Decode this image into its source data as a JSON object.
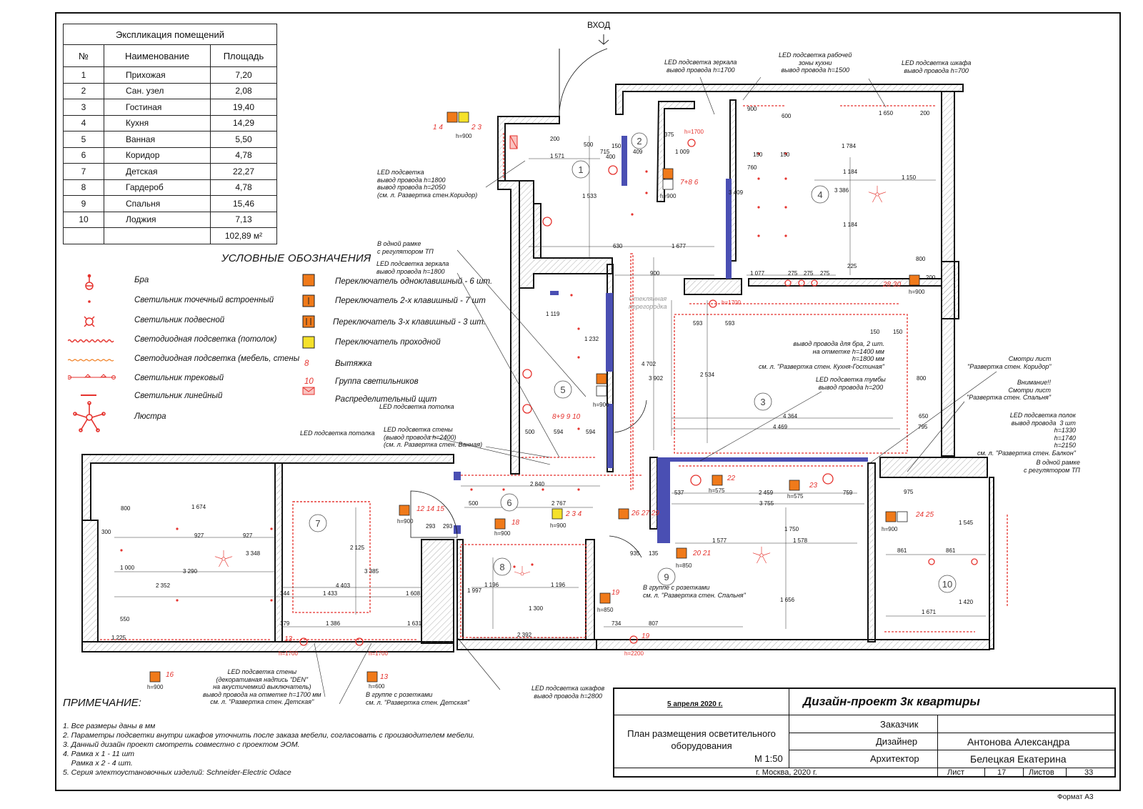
{
  "explication": {
    "caption": "Экспликация помещений",
    "headers": [
      "№",
      "Наименование",
      "Площадь"
    ],
    "rows": [
      [
        "1",
        "Прихожая",
        "7,20"
      ],
      [
        "2",
        "Сан. узел",
        "2,08"
      ],
      [
        "3",
        "Гостиная",
        "19,40"
      ],
      [
        "4",
        "Кухня",
        "14,29"
      ],
      [
        "5",
        "Ванная",
        "5,50"
      ],
      [
        "6",
        "Коридор",
        "4,78"
      ],
      [
        "7",
        "Детская",
        "22,27"
      ],
      [
        "8",
        "Гардероб",
        "4,78"
      ],
      [
        "9",
        "Спальня",
        "15,46"
      ],
      [
        "10",
        "Лоджия",
        "7,13"
      ]
    ],
    "total": "102,89 м²"
  },
  "legend": {
    "title": "УСЛОВНЫЕ ОБОЗНАЧЕНИЯ",
    "left": [
      "Бра",
      "Светильник точечный встроенный",
      "Светильник подвесной",
      "Светодиодная подсветка (потолок)",
      "Светодиодная подсветка (мебель, стены",
      "Светильник трековый",
      "Светильник линейный",
      "Люстра"
    ],
    "right": [
      "Переключатель одноклавишный - 6 шт.",
      "Переключатель 2-х клавишный - 7 шт",
      "Переключатель 3-х клавишный - 3 шт.",
      "Переключатель проходной",
      "Вытяжка",
      "Группа светильников",
      "Распределительный щит"
    ],
    "right_marks": [
      "8",
      "10"
    ]
  },
  "notes": {
    "title": "ПРИМЕЧАНИЕ:",
    "items": [
      "1. Все размеры даны в мм",
      "2. Параметры подсветки внутри шкафов уточнить после заказа мебели, согласовать с производителем мебели.",
      "3. Данный дизайн проект смотреть совместно с проектом ЭОМ.",
      "4. Рамка х 1 - 11 шт",
      "    Рамка х 2 - 4 шт.",
      "5. Серия электоустановочных изделий: Schneider-Electric Odace"
    ]
  },
  "plan": {
    "entrance": "ВХОД",
    "room_numbers": [
      "1",
      "2",
      "3",
      "4",
      "5",
      "6",
      "7",
      "8",
      "9",
      "10"
    ],
    "annotations": {
      "mirror_led": "LED подсветка зеркала\nвывод провода h=1700",
      "kitchen_led": "LED подсветка рабочей\nзоны кухни\nвывод провода h=1500",
      "wardrobe_led": "LED подсветка шкафа\nвывод провода h=700",
      "corridor_led": "LED подсветка\nвывод провода h=1800\nвывод провода h=2050\n(см. л. Развертка стен.Коридор)",
      "one_frame_tp": "В одной рамке\nс регулятором ТП",
      "mirror_led2": "LED подсветка зеркала\nвывод провода h=1800",
      "bra_out": "вывод провода для бра, 2 шт.\nна отметке h=1400 мм\nh=1800 мм\nсм. л. \"Развертка стен. Кухня-Гостиная\"",
      "see_corridor": "Смотри лист\n\"Развертка стен. Коридор\"",
      "attention": "Внимание!!\nСмотри лист\n\"Развертка стен. Спальня\"",
      "shelf_led": "LED подсветка полок\nвывод провода  3 шт\nh=1330\nh=1740\nh=2150\nсм. л. \"Развертка стен. Балкон\"",
      "one_frame_tp2": "В одной рамке\nс регулятором ТП",
      "tv_stand_led": "LED подсветка тумбы\nвывод провода h=200",
      "ceiling_led": "LED подсветка потолка",
      "wall_led_bath": "LED подсветка стены\n(вывод провода h=2400)\n(см. л. Развертка стен. Ванная)",
      "ceiling_led2": "LED подсветка потолка",
      "sockets_bedroom": "В группе с розетками\nсм. л. \"Развертка стен. Спальня\"",
      "wall_led_child": "LED подсветка стены\n(декоративная надпись \"DEN\"\nна акустичемкий выключатель)\nвывод провода на отметке h=1700 мм\nсм. л. \"Развертка стен. Детская\"",
      "sockets_child": "В группе с розетками\nсм. л. \"Развертка стен. Детская\"",
      "wardrobes_led": "LED подсветка шкафов\nвывод провода h=2800",
      "glass_partition": "Стеклянная\nперегородка"
    },
    "dims": [
      "1 571",
      "1 533",
      "200",
      "500",
      "715",
      "400",
      "150",
      "409",
      "375",
      "1 009",
      "900",
      "1 650",
      "200",
      "600",
      "150",
      "150",
      "760",
      "3 409",
      "3 386",
      "1 184",
      "1 784",
      "1 184",
      "1 150",
      "630",
      "1 677",
      "1 077",
      "275",
      "275",
      "275",
      "900",
      "593",
      "593",
      "1 119",
      "1 232",
      "4 702",
      "3 902",
      "2 534",
      "4 364",
      "4 469",
      "500",
      "594",
      "594",
      "2 840",
      "2 767",
      "500",
      "293",
      "293",
      "2 459",
      "3 755",
      "759",
      "537",
      "975",
      "1 674",
      "927",
      "927",
      "3 290",
      "2 352",
      "3 348",
      "4 403",
      "3 385",
      "344",
      "1 433",
      "1 608",
      "379",
      "1 386",
      "1 631",
      "1 225",
      "2 125",
      "1 997",
      "1 196",
      "1 196",
      "2 392",
      "1 300",
      "1 577",
      "1 578",
      "1 750",
      "935",
      "135",
      "734",
      "807",
      "1 656",
      "861",
      "861",
      "1 671",
      "1 420",
      "1 545",
      "800",
      "300",
      "1 000",
      "550",
      "800",
      "225",
      "150",
      "150",
      "650",
      "795",
      "800",
      "200"
    ],
    "heights": [
      "h=900",
      "h=1700",
      "h=900",
      "h=900",
      "h=1700",
      "h=900",
      "h=575",
      "h=575",
      "h=900",
      "h=900",
      "h=850",
      "h=850",
      "h=2200",
      "h=900",
      "h=1700",
      "h=1700",
      "h=600",
      "h=900",
      "h=900"
    ],
    "group_labels": [
      "1 4",
      "2 3",
      "7+8 6",
      "8+9 9 10",
      "12 14 15",
      "2 3 4",
      "26 27 29",
      "28 30",
      "24 25",
      "20 21",
      "22",
      "23",
      "18",
      "16",
      "13",
      "13",
      "19",
      "19"
    ]
  },
  "title_block": {
    "date": "5 апреля 2020 г.",
    "project": "Дизайн-проект 3к квартиры",
    "sheet_name": "План размещения осветительного\nоборудования",
    "scale": "М 1:50",
    "roles": [
      "Заказчик",
      "Дизайнер",
      "Архитектор"
    ],
    "names": [
      "",
      "Антонова Александра",
      "Белецкая Екатерина"
    ],
    "city": "г. Москва, 2020 г.",
    "sheet_label": "Лист",
    "sheet_no": "17",
    "sheets_label": "Листов",
    "sheets_total": "33",
    "format": "Формат А3"
  },
  "colors": {
    "red": "#e5322d",
    "blue": "#4a4fb3",
    "orange": "#f07a1a",
    "yellow": "#f5e12a",
    "wall": "#111111"
  }
}
